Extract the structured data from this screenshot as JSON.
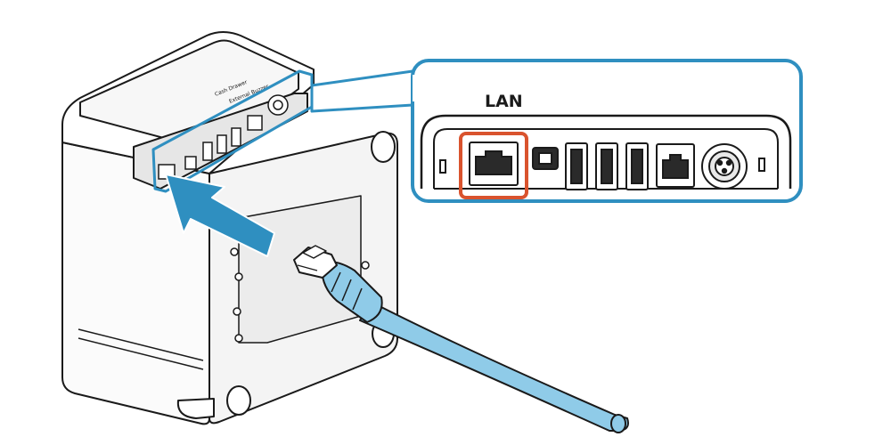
{
  "callout": {
    "port_label": "LAN"
  },
  "device": {
    "panel_labels": [
      "Cash Drawer",
      "External Buzzer"
    ]
  },
  "colors": {
    "callout_border": "#2f8fc0",
    "highlight": "#d9532e",
    "cable": "#8fcbe8",
    "arrow": "#2f8fc0",
    "outline": "#1a1a1a"
  }
}
